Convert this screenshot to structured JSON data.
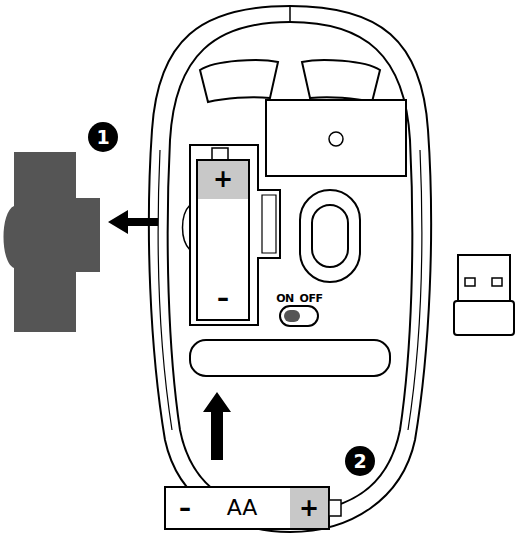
{
  "diagram": {
    "nodes": [
      {
        "text": [
          "1"
        ]
      },
      {
        "text": [
          "+",
          "–"
        ]
      },
      {
        "text": [
          "2"
        ]
      },
      {
        "text": [
          "–",
          "AA",
          "+"
        ]
      }
    ],
    "labels": [
      "ON",
      "OFF"
    ]
  }
}
